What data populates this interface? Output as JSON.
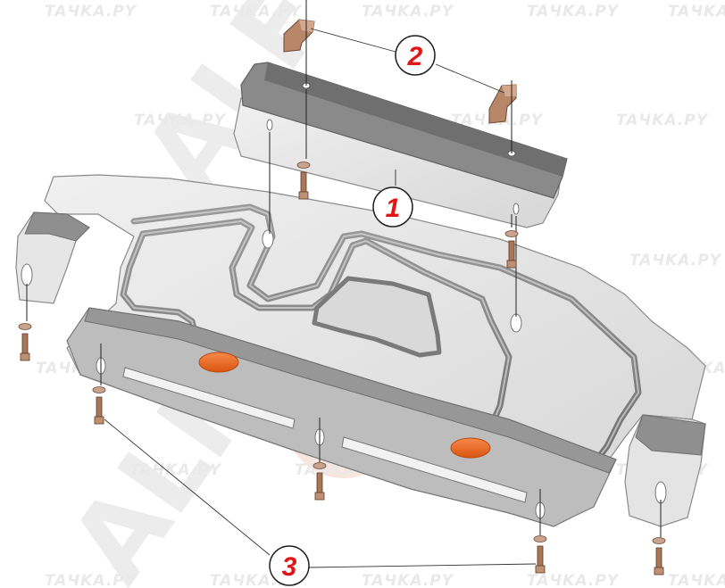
{
  "watermark": {
    "text": "TAЧKA.PY",
    "brand": "ALF"
  },
  "callouts": [
    {
      "number": "1"
    },
    {
      "number": "2"
    },
    {
      "number": "3"
    }
  ],
  "colors": {
    "plate_fill": "#e4e4e4",
    "plate_edge": "#8a8a8a",
    "rib_dark": "#7a7a7a",
    "bracket": "#b8876a",
    "rubber_pad": "#ee6a1c",
    "callout_red": "#e01616"
  }
}
